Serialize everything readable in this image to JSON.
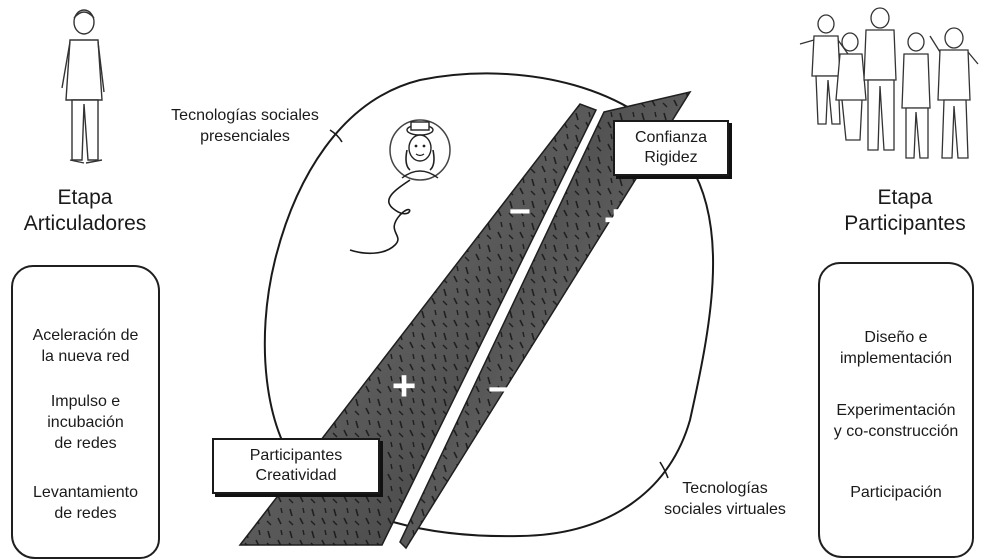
{
  "left_stage": {
    "title_line1": "Etapa",
    "title_line2": "Articuladores",
    "items": [
      {
        "line1": "Aceleración de",
        "line2": "la nueva red",
        "line3": ""
      },
      {
        "line1": "Impulso e",
        "line2": "incubación",
        "line3": "de redes"
      },
      {
        "line1": "Levantamiento",
        "line2": "de redes",
        "line3": ""
      }
    ]
  },
  "right_stage": {
    "title_line1": "Etapa",
    "title_line2": "Participantes",
    "items": [
      {
        "line1": "Diseño e",
        "line2": "implementación"
      },
      {
        "line1": "Experimentación",
        "line2": "y co-construcción"
      },
      {
        "line1": "Participación",
        "line2": ""
      }
    ]
  },
  "diagram": {
    "label_presencial_line1": "Tecnologías sociales",
    "label_presencial_line2": "presenciales",
    "label_virtual_line1": "Tecnologías",
    "label_virtual_line2": "sociales virtuales",
    "box_top_line1": "Confianza",
    "box_top_line2": "Rigidez",
    "box_bottom_line1": "Participantes",
    "box_bottom_line2": "Creatividad",
    "signs": [
      "−",
      "+",
      "+",
      "−"
    ]
  },
  "colors": {
    "band_fill": "#4a4a4a",
    "band_dark": "#2c2c2c",
    "ink": "#1a1a1a"
  }
}
